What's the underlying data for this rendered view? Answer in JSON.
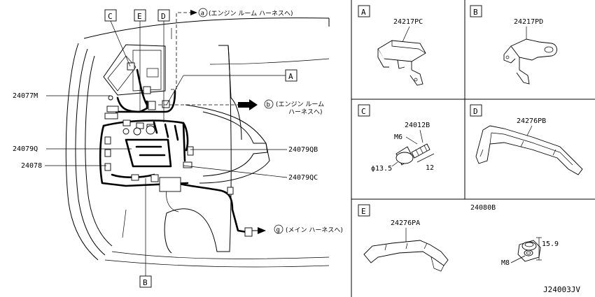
{
  "main_diagram": {
    "part_labels": {
      "p24077M": "24077M",
      "p24079Q": "24079Q",
      "p24078": "24078",
      "p24079QB": "24079QB",
      "p24079QC": "24079QC"
    },
    "callouts": {
      "A": "A",
      "B": "B",
      "C": "C",
      "D": "D",
      "E": "E"
    },
    "connections": {
      "a_circle": "a",
      "a_text": "(エンジン ルーム ハーネスへ)",
      "b_circle": "b",
      "b_text_1": "(エンジン ルーム",
      "b_text_2": "ハーネスへ)",
      "g_circle": "g",
      "g_text": "(メイン ハーネスへ)"
    }
  },
  "detail_panels": {
    "A": {
      "letter": "A",
      "part": "24217PC"
    },
    "B": {
      "letter": "B",
      "part": "24217PD"
    },
    "C": {
      "letter": "C",
      "part": "24012B",
      "bolt": "M6",
      "dia": "ϕ13.5",
      "len": "12"
    },
    "D": {
      "letter": "D",
      "part": "24276PB"
    },
    "E": {
      "letter": "E",
      "part": "24276PA"
    },
    "F": {
      "part": "24080B",
      "thread": "M8",
      "height": "15.9"
    }
  },
  "diagram_id": "J24003JV"
}
